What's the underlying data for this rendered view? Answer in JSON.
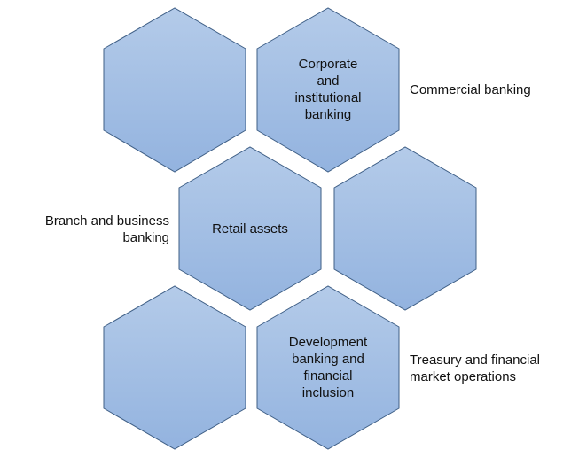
{
  "diagram": {
    "hexagons": [
      {
        "id": "hex-top-left",
        "lines": []
      },
      {
        "id": "hex-top-right",
        "lines": [
          "Corporate",
          "and",
          "institutional",
          "banking"
        ]
      },
      {
        "id": "hex-mid-left",
        "lines": [
          "Retail assets"
        ]
      },
      {
        "id": "hex-mid-right",
        "lines": []
      },
      {
        "id": "hex-bottom-left",
        "lines": []
      },
      {
        "id": "hex-bottom-right",
        "lines": [
          "Development",
          "banking and",
          "financial",
          "inclusion"
        ]
      }
    ],
    "side_labels": {
      "commercial": "Commercial banking",
      "branch_line1": "Branch and business",
      "branch_line2": "banking",
      "treasury_line1": "Treasury and financial",
      "treasury_line2": "market operations"
    },
    "colors": {
      "fill_top": "#b4cbe9",
      "fill_bottom": "#93b3df",
      "stroke": "#3f5f86"
    }
  }
}
